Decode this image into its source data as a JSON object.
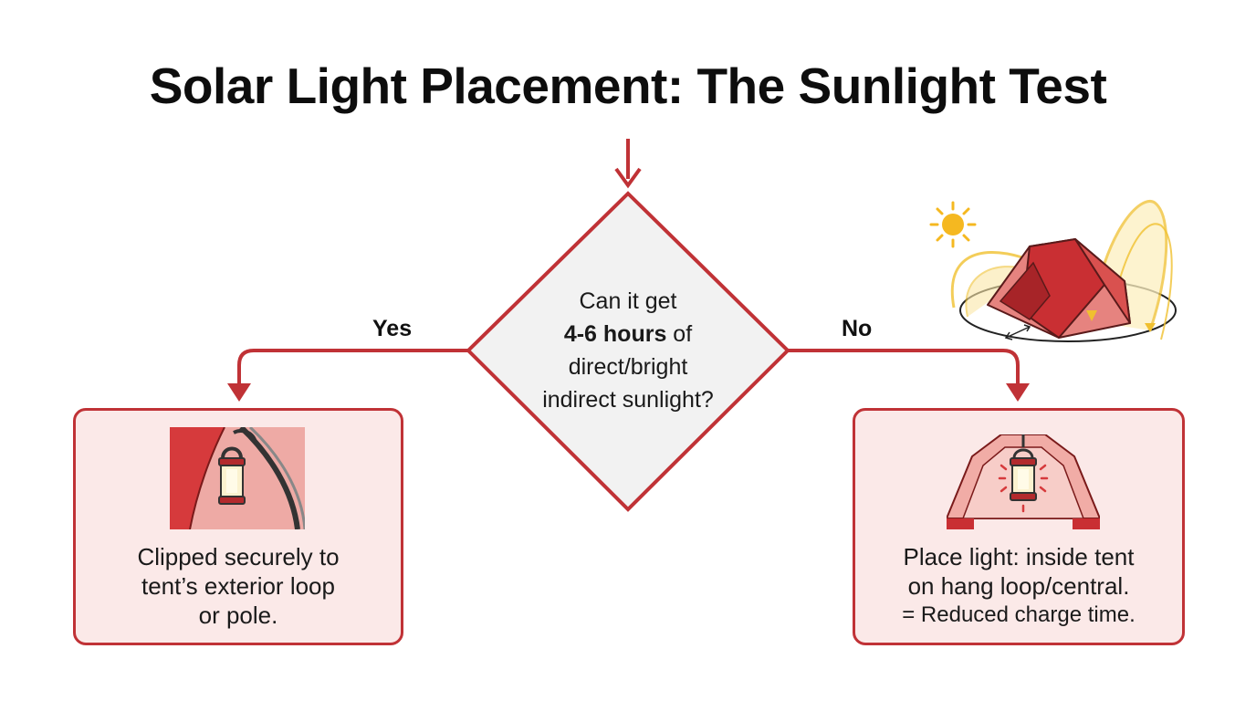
{
  "title": "Solar Light Placement: The Sunlight Test",
  "decision": {
    "line1": "Can it get",
    "bold": "4-6 hours",
    "line2_rest": " of",
    "line3": "direct/bright",
    "line4": "indirect sunlight?"
  },
  "branches": {
    "yes": "Yes",
    "no": "No"
  },
  "outcomes": {
    "yes": {
      "lines": [
        "Clipped securely to",
        "tent’s exterior loop",
        "or pole."
      ]
    },
    "no": {
      "lines": [
        "Place light: inside tent",
        "on hang loop/central."
      ],
      "note": "= Reduced charge time."
    }
  },
  "colors": {
    "accent": "#c03236",
    "box_fill": "#fbe9e8",
    "diamond_fill": "#f2f2f2",
    "sun": "#f5b820"
  },
  "icons": [
    "sun-icon",
    "tent-sun-path-illustration",
    "lantern-outside-tent-icon",
    "lantern-inside-tent-icon"
  ]
}
